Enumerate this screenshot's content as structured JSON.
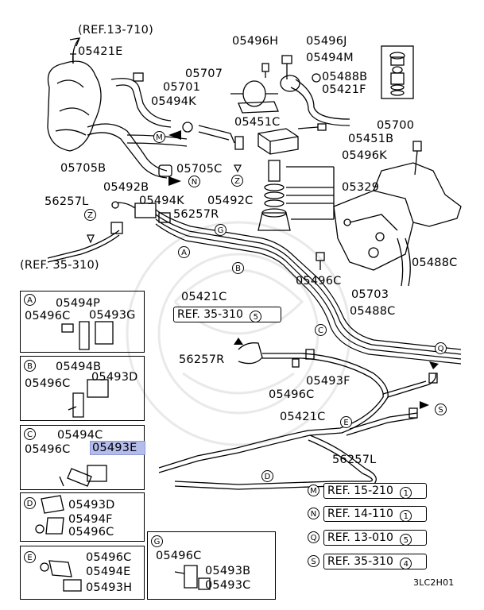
{
  "labels": {
    "ref_13_710": "(REF.13-710)",
    "p05421E": "05421E",
    "p05496H": "05496H",
    "p05496J": "05496J",
    "p05494M": "05494M",
    "p05707": "05707",
    "p05488B": "05488B",
    "p05701": "05701",
    "p05421F": "05421F",
    "p05494K_top": "05494K",
    "p05451C": "05451C",
    "p05700": "05700",
    "p05451B": "05451B",
    "p05496K": "05496K",
    "p05705B": "05705B",
    "p05705C": "05705C",
    "p05492B": "05492B",
    "p05329": "05329",
    "p56257L_top": "56257L",
    "p05494K_mid": "05494K",
    "p05492C": "05492C",
    "p56257R_top": "56257R",
    "ref_35_310": "(REF. 35-310)",
    "p05488C_right": "05488C",
    "p05496C_mid": "05496C",
    "p05703": "05703",
    "p05421C_top": "05421C",
    "p05488C_low": "05488C",
    "ref_35_310_box": "REF. 35-310",
    "ref_35_310_num": "5",
    "p56257R_mid": "56257R",
    "p05493F": "05493F",
    "p05496C_center": "05496C",
    "p05421C_low": "05421C",
    "p56257L_low": "56257L",
    "footer_code": "3LC2H01"
  },
  "callouts": {
    "M": "M",
    "N": "N",
    "Z1": "Z",
    "Z2": "Z",
    "G": "G",
    "A": "A",
    "B": "B",
    "C": "C",
    "D": "D",
    "E": "E",
    "Q": "Q",
    "S": "S"
  },
  "panels": {
    "A": {
      "letter": "A",
      "parts": [
        "05494P",
        "05496C",
        "05493G"
      ]
    },
    "B": {
      "letter": "B",
      "parts": [
        "05494B",
        "05496C",
        "05493D"
      ]
    },
    "C": {
      "letter": "C",
      "parts": [
        "05494C",
        "05496C",
        "05493E"
      ]
    },
    "D": {
      "letter": "D",
      "parts": [
        "05493D",
        "05494F",
        "05496C"
      ]
    },
    "E": {
      "letter": "E",
      "parts": [
        "05496C",
        "05494E",
        "05493H"
      ]
    },
    "G": {
      "letter": "G",
      "parts": [
        "05496C",
        "05493B",
        "05493C"
      ]
    }
  },
  "refs": [
    {
      "letter": "M",
      "text": "REF. 15-210",
      "num": "1"
    },
    {
      "letter": "N",
      "text": "REF. 14-110",
      "num": "1"
    },
    {
      "letter": "Q",
      "text": "REF. 13-010",
      "num": "5"
    },
    {
      "letter": "S",
      "text": "REF. 35-310",
      "num": "4"
    }
  ],
  "highlight_color": "#b4bcec"
}
